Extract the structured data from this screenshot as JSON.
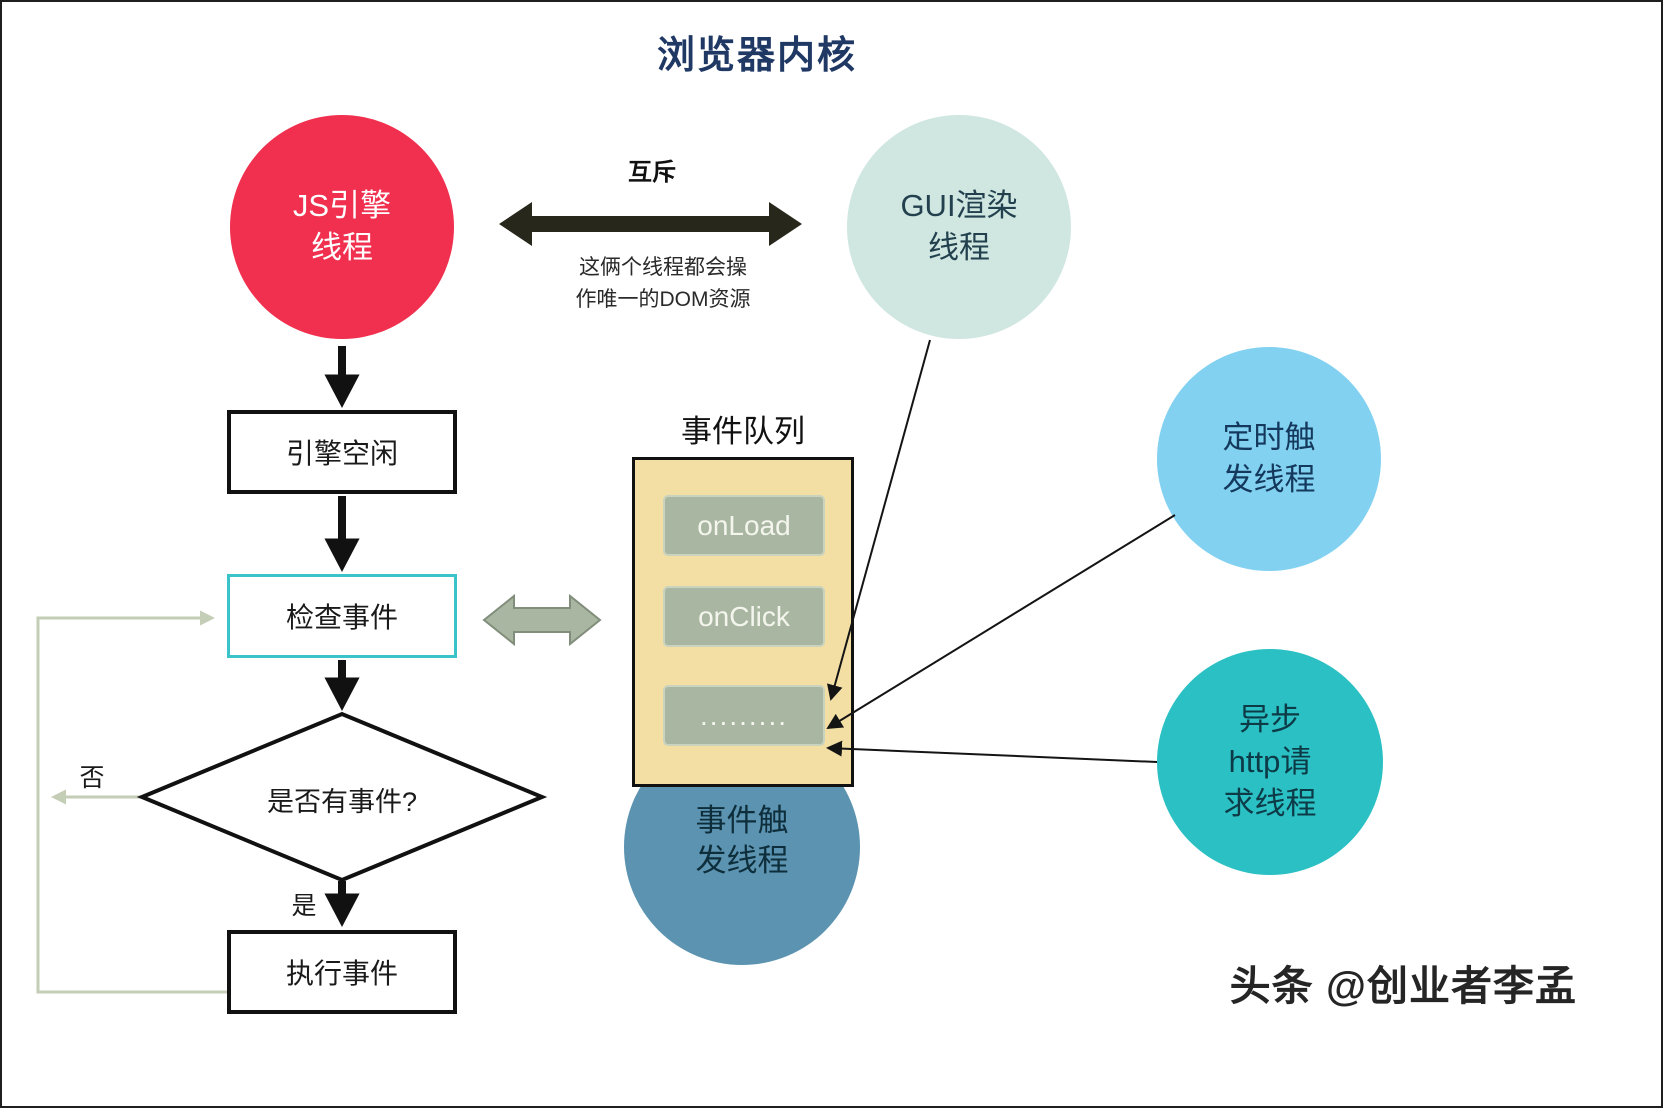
{
  "title": "浏览器内核",
  "watermark": "头条 @创业者李孟",
  "circles": {
    "js_engine": {
      "label": "JS引擎\n线程"
    },
    "gui_render": {
      "label": "GUI渲染\n线程"
    },
    "timer": {
      "label": "定时触\n发线程"
    },
    "async_http": {
      "label": "异步\nhttp请\n求线程"
    },
    "event_trigger": {
      "label": "事件触\n发线程"
    }
  },
  "flow": {
    "engine_idle": "引擎空闲",
    "check_event": "检查事件",
    "has_event": "是否有事件?",
    "execute_event": "执行事件",
    "no_label": "否",
    "yes_label": "是"
  },
  "mutex": {
    "label": "互斥",
    "caption": "这俩个线程都会操\n作唯一的DOM资源"
  },
  "event_queue": {
    "title": "事件队列",
    "items": [
      "onLoad",
      "onClick",
      "........."
    ]
  },
  "colors": {
    "js_engine_circle": "#f0304e",
    "gui_render_circle": "#cfe6e1",
    "timer_circle": "#82d1f1",
    "async_http_circle": "#2bc0c3",
    "event_trigger_circle": "#5b93b1",
    "queue_fill": "#f3dfa4",
    "queue_item_fill": "#a9b7a2",
    "check_event_border": "#3ac3c8",
    "title_text": "#1f3864",
    "mutex_arrow": "#27271b",
    "loop_line": "#c4cdb6"
  }
}
